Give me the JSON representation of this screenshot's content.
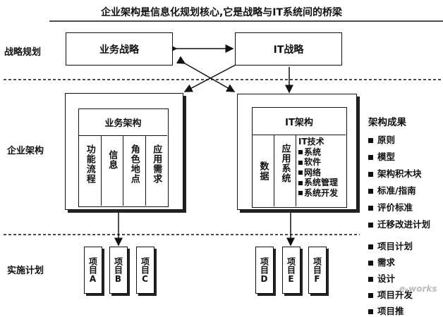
{
  "title": "企业架构是信息化规划核心,它是战略与IT系统间的桥梁",
  "rows": {
    "strategy": "战略规划",
    "enterprise": "企业架构",
    "implementation": "实施计划"
  },
  "strategy_boxes": {
    "business": "业务战略",
    "it": "IT战略"
  },
  "business_arch": {
    "title": "业务架构",
    "columns": [
      "功能流程",
      "信息",
      "角色地点",
      "应用需求"
    ]
  },
  "it_arch": {
    "title": "IT架构",
    "data": "数据",
    "app_system": "应用系统",
    "it_tech_title": "IT技术",
    "it_tech_items": [
      "系统",
      "软件",
      "网络",
      "系统管理",
      "系统开发"
    ]
  },
  "arch_results": {
    "title": "架构成果",
    "items": [
      "原则",
      "模型",
      "架构积木块",
      "标准/指南",
      "评价标准",
      "迁移改进计划"
    ]
  },
  "projects_left": [
    {
      "line1": "项目",
      "letter": "A"
    },
    {
      "line1": "项目",
      "letter": "B"
    },
    {
      "line1": "项目",
      "letter": "C"
    }
  ],
  "projects_right": [
    {
      "line1": "项目",
      "letter": "D"
    },
    {
      "line1": "项目",
      "letter": "E"
    },
    {
      "line1": "项目",
      "letter": "F"
    }
  ],
  "plan_items": [
    "项目计划",
    "需求",
    "设计",
    "项目开发",
    "项目推"
  ],
  "watermark": "e-works"
}
